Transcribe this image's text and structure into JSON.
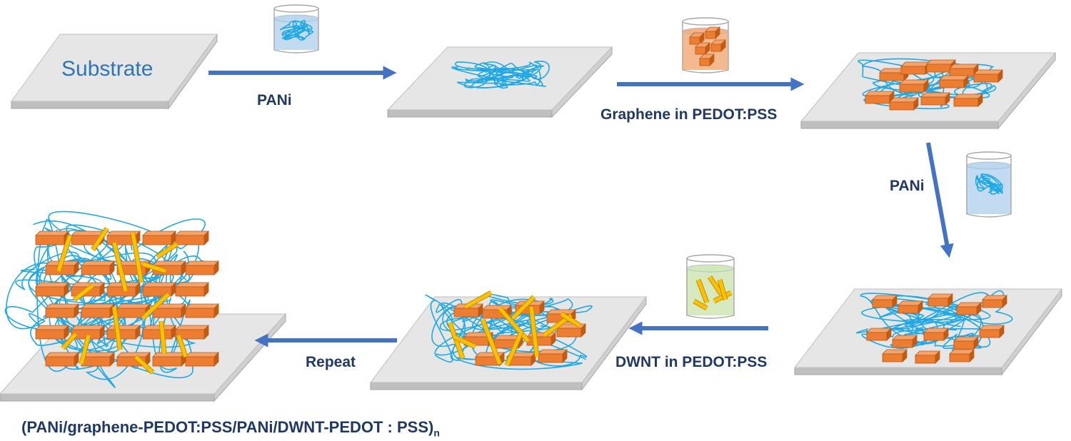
{
  "labels": {
    "substrate": "Substrate",
    "step1": "PANi",
    "step2": "Graphene in PEDOT:PSS",
    "step3": "PANi",
    "step4": "DWNT in PEDOT:PSS",
    "step5": "Repeat"
  },
  "formula": {
    "main": "(PANi/graphene-PEDOT:PSS/PANi/DWNT-PEDOT : PSS)",
    "subscript": "n"
  },
  "colors": {
    "arrow": "#4472c4",
    "label_text": "#1f3864",
    "substrate_text": "#2e75b6",
    "polymer_strand": "#1fa8e6",
    "graphene_sheet": "#ed7d31",
    "nanotube": "#ffc000",
    "substrate_top": "#e6e6e6",
    "solution_blue": "#bdd7ee",
    "solution_orange": "#f4b183",
    "solution_green": "#d3e8b8"
  }
}
